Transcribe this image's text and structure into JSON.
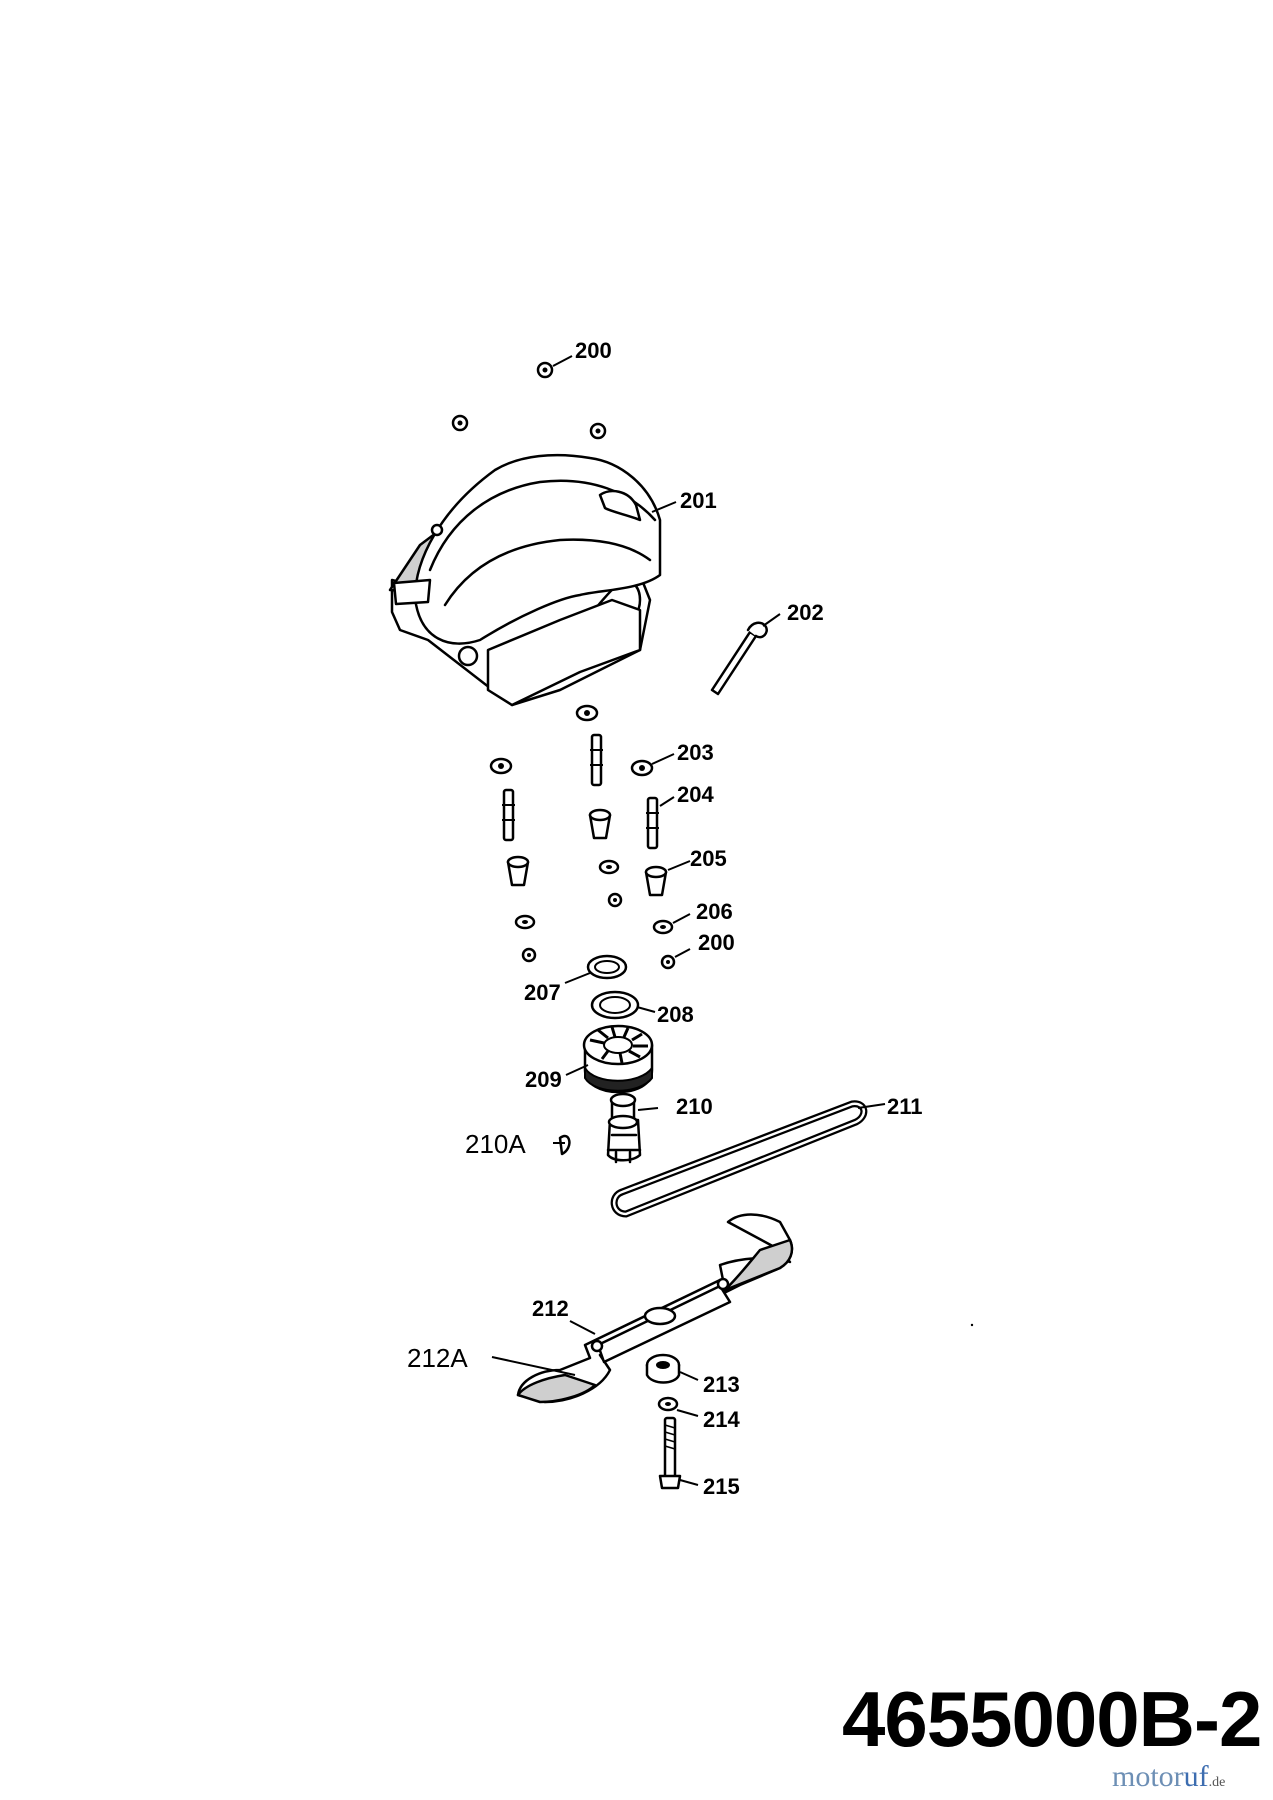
{
  "drawing_number": "4655000B-2",
  "watermark": {
    "main": "motor",
    "accent": "uf",
    "tld": ".de"
  },
  "callouts": {
    "c200_top": "200",
    "c201": "201",
    "c202": "202",
    "c203": "203",
    "c204": "204",
    "c205": "205",
    "c206": "206",
    "c200_mid": "200",
    "c207": "207",
    "c208": "208",
    "c209": "209",
    "c210": "210",
    "c210A": "210A",
    "c211": "211",
    "c212": "212",
    "c212A": "212A",
    "c213": "213",
    "c214": "214",
    "c215": "215"
  }
}
